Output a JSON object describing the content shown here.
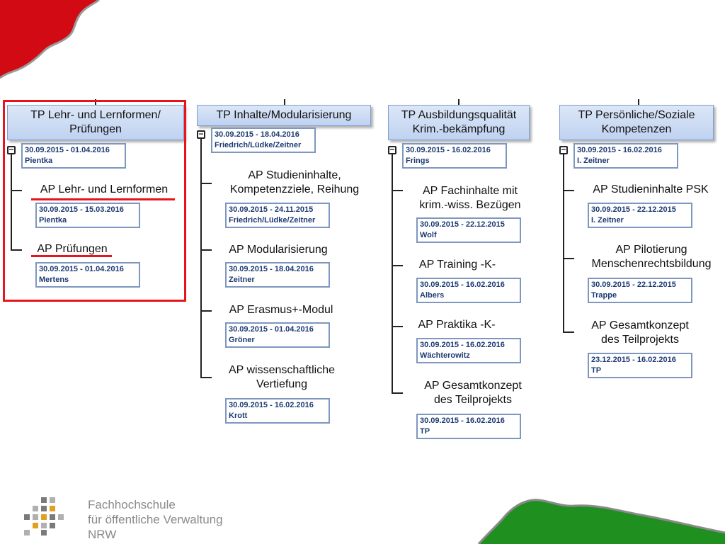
{
  "colors": {
    "red": "#d10a14",
    "green": "#1f8f1f",
    "highlight": "#e8141c",
    "box_text": "#1d3a73"
  },
  "columns": [
    {
      "tp": "TP Lehr- und Lernformen/\nPrüfungen",
      "date": "30.09.2015 - 01.04.2016",
      "owner": "Pientka",
      "aps": [
        {
          "label": "AP Lehr- und Lernformen",
          "date": "30.09.2015 - 15.03.2016",
          "owner": "Pientka"
        },
        {
          "label": "AP Prüfungen",
          "date": "30.09.2015 - 01.04.2016",
          "owner": "Mertens"
        }
      ]
    },
    {
      "tp": "TP Inhalte/Modularisierung",
      "date": "30.09.2015 - 18.04.2016",
      "owner": "Friedrich/Lüdke/Zeitner",
      "aps": [
        {
          "label": "AP Studieninhalte,\nKompetenzziele, Reihung",
          "date": "30.09.2015 - 24.11.2015",
          "owner": "Friedrich/Lüdke/Zeitner"
        },
        {
          "label": "AP Modularisierung",
          "date": "30.09.2015 - 18.04.2016",
          "owner": "Zeitner"
        },
        {
          "label": "AP Erasmus+-Modul",
          "date": "30.09.2015 - 01.04.2016",
          "owner": "Gröner"
        },
        {
          "label": "AP  wissenschaftliche\nVertiefung",
          "date": "30.09.2015 - 16.02.2016",
          "owner": "Krott"
        }
      ]
    },
    {
      "tp": "TP  Ausbildungsqualität\nKrim.-bekämpfung",
      "date": "30.09.2015 - 16.02.2016",
      "owner": "Frings",
      "aps": [
        {
          "label": "AP  Fachinhalte  mit\nkrim.-wiss. Bezügen",
          "date": "30.09.2015 - 22.12.2015",
          "owner": "Wolf"
        },
        {
          "label": "AP Training -K-",
          "date": "30.09.2015 - 16.02.2016",
          "owner": "Albers"
        },
        {
          "label": "AP Praktika -K-",
          "date": "30.09.2015 - 16.02.2016",
          "owner": "Wächterowitz"
        },
        {
          "label": "AP  Gesamtkonzept\ndes Teilprojekts",
          "date": "30.09.2015 - 16.02.2016",
          "owner": "TP"
        }
      ]
    },
    {
      "tp": "TP Persönliche/Soziale\nKompetenzen",
      "date": "30.09.2015 - 16.02.2016",
      "owner": "I. Zeitner",
      "aps": [
        {
          "label": "AP Studieninhalte PSK",
          "date": "30.09.2015 - 22.12.2015",
          "owner": "I. Zeitner"
        },
        {
          "label": "AP Pilotierung\nMenschenrechtsbildung",
          "date": "30.09.2015 - 22.12.2015",
          "owner": "Trappe"
        },
        {
          "label": "AP  Gesamtkonzept\ndes Teilprojekts",
          "date": "23.12.2015 - 16.02.2016",
          "owner": "TP"
        }
      ]
    }
  ],
  "logo": {
    "line1": "Fachhochschule",
    "line2": "für öffentliche Verwaltung",
    "line3": "NRW"
  }
}
